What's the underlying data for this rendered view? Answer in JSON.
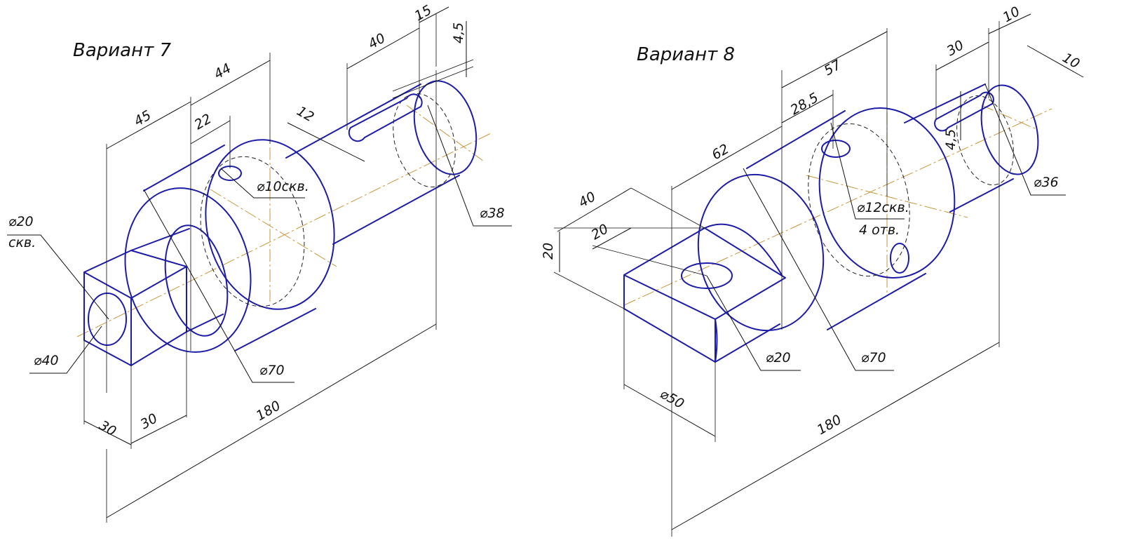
{
  "variants": [
    {
      "title": "Вариант 7",
      "dimensions": {
        "d20_top": "⌀20",
        "d20_bottom": "скв.",
        "d40": "⌀40",
        "d70": "⌀70",
        "d10": "⌀10скв.",
        "d38": "⌀38",
        "len_180": "180",
        "len_45": "45",
        "len_44": "44",
        "len_22": "22",
        "len_40": "40",
        "len_15": "15",
        "len_4_5": "4,5",
        "len_12": "12",
        "len_30a": "30",
        "len_30b": "30"
      }
    },
    {
      "title": "Вариант 8",
      "dimensions": {
        "len_57": "57",
        "len_28_5": "28,5",
        "len_62": "62",
        "len_40": "40",
        "len_20a": "20",
        "len_20b": "20",
        "len_30": "30",
        "len_10a": "10",
        "len_10b": "10",
        "len_4_5": "4,5",
        "d12_top": "⌀12скв.",
        "d12_bottom": "4 отв.",
        "d36": "⌀36",
        "d20": "⌀20",
        "d70": "⌀70",
        "d50": "⌀50",
        "len_180": "180"
      }
    }
  ]
}
